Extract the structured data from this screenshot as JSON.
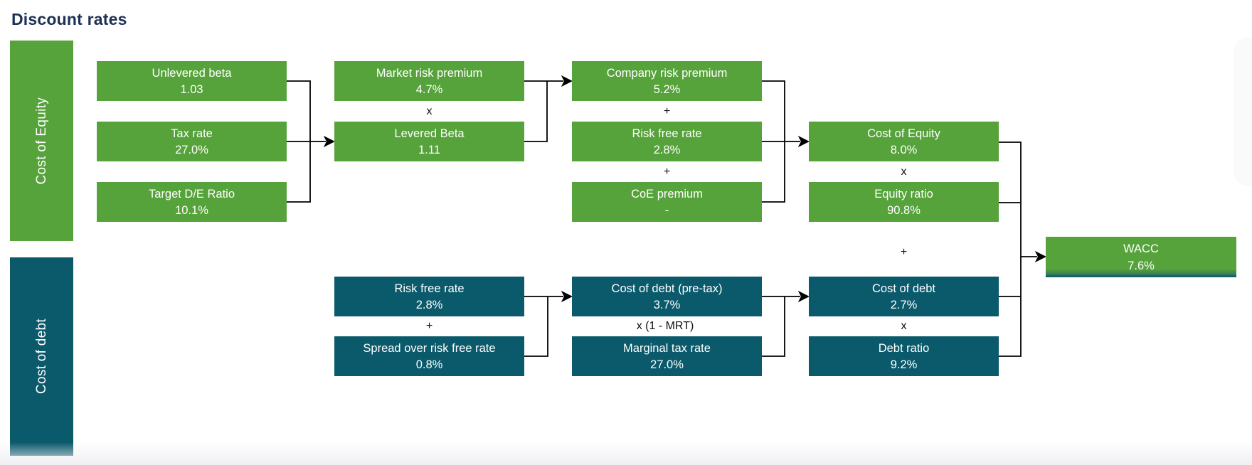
{
  "title": "Discount rates",
  "colors": {
    "green": "#56A23B",
    "teal": "#0B5A6C",
    "title_navy": "#1D3154",
    "connector": "#000000",
    "text_on_node": "#FFFFFF"
  },
  "sidebar": {
    "equity_label": "Cost of Equity",
    "debt_label": "Cost of debt"
  },
  "nodes": {
    "unlevered_beta": {
      "label": "Unlevered beta",
      "value": "1.03"
    },
    "tax_rate": {
      "label": "Tax rate",
      "value": "27.0%"
    },
    "target_de_ratio": {
      "label": "Target D/E Ratio",
      "value": "10.1%"
    },
    "market_risk_premium": {
      "label": "Market risk premium",
      "value": "4.7%"
    },
    "levered_beta": {
      "label": "Levered Beta",
      "value": "1.11"
    },
    "company_risk_premium": {
      "label": "Company risk premium",
      "value": "5.2%"
    },
    "risk_free_rate_equity": {
      "label": "Risk free rate",
      "value": "2.8%"
    },
    "coe_premium": {
      "label": "CoE premium",
      "value": "-"
    },
    "cost_of_equity": {
      "label": "Cost of Equity",
      "value": "8.0%"
    },
    "equity_ratio": {
      "label": "Equity ratio",
      "value": "90.8%"
    },
    "risk_free_rate_debt": {
      "label": "Risk free rate",
      "value": "2.8%"
    },
    "spread_over_rfr": {
      "label": "Spread over risk free rate",
      "value": "0.8%"
    },
    "cost_of_debt_pretax": {
      "label": "Cost of debt (pre-tax)",
      "value": "3.7%"
    },
    "marginal_tax_rate": {
      "label": "Marginal tax rate",
      "value": "27.0%"
    },
    "cost_of_debt": {
      "label": "Cost of debt",
      "value": "2.7%"
    },
    "debt_ratio": {
      "label": "Debt ratio",
      "value": "9.2%"
    },
    "wacc": {
      "label": "WACC",
      "value": "7.6%"
    }
  },
  "operators": {
    "mrp_times_beta": "x",
    "crp_plus_rfr": "+",
    "rfr_plus_coe": "+",
    "coe_times_ratio": "x",
    "equity_plus_debt": "+",
    "rfr_plus_spread": "+",
    "pretax_times_mrt": "x (1 - MRT)",
    "cod_times_ratio": "x"
  }
}
